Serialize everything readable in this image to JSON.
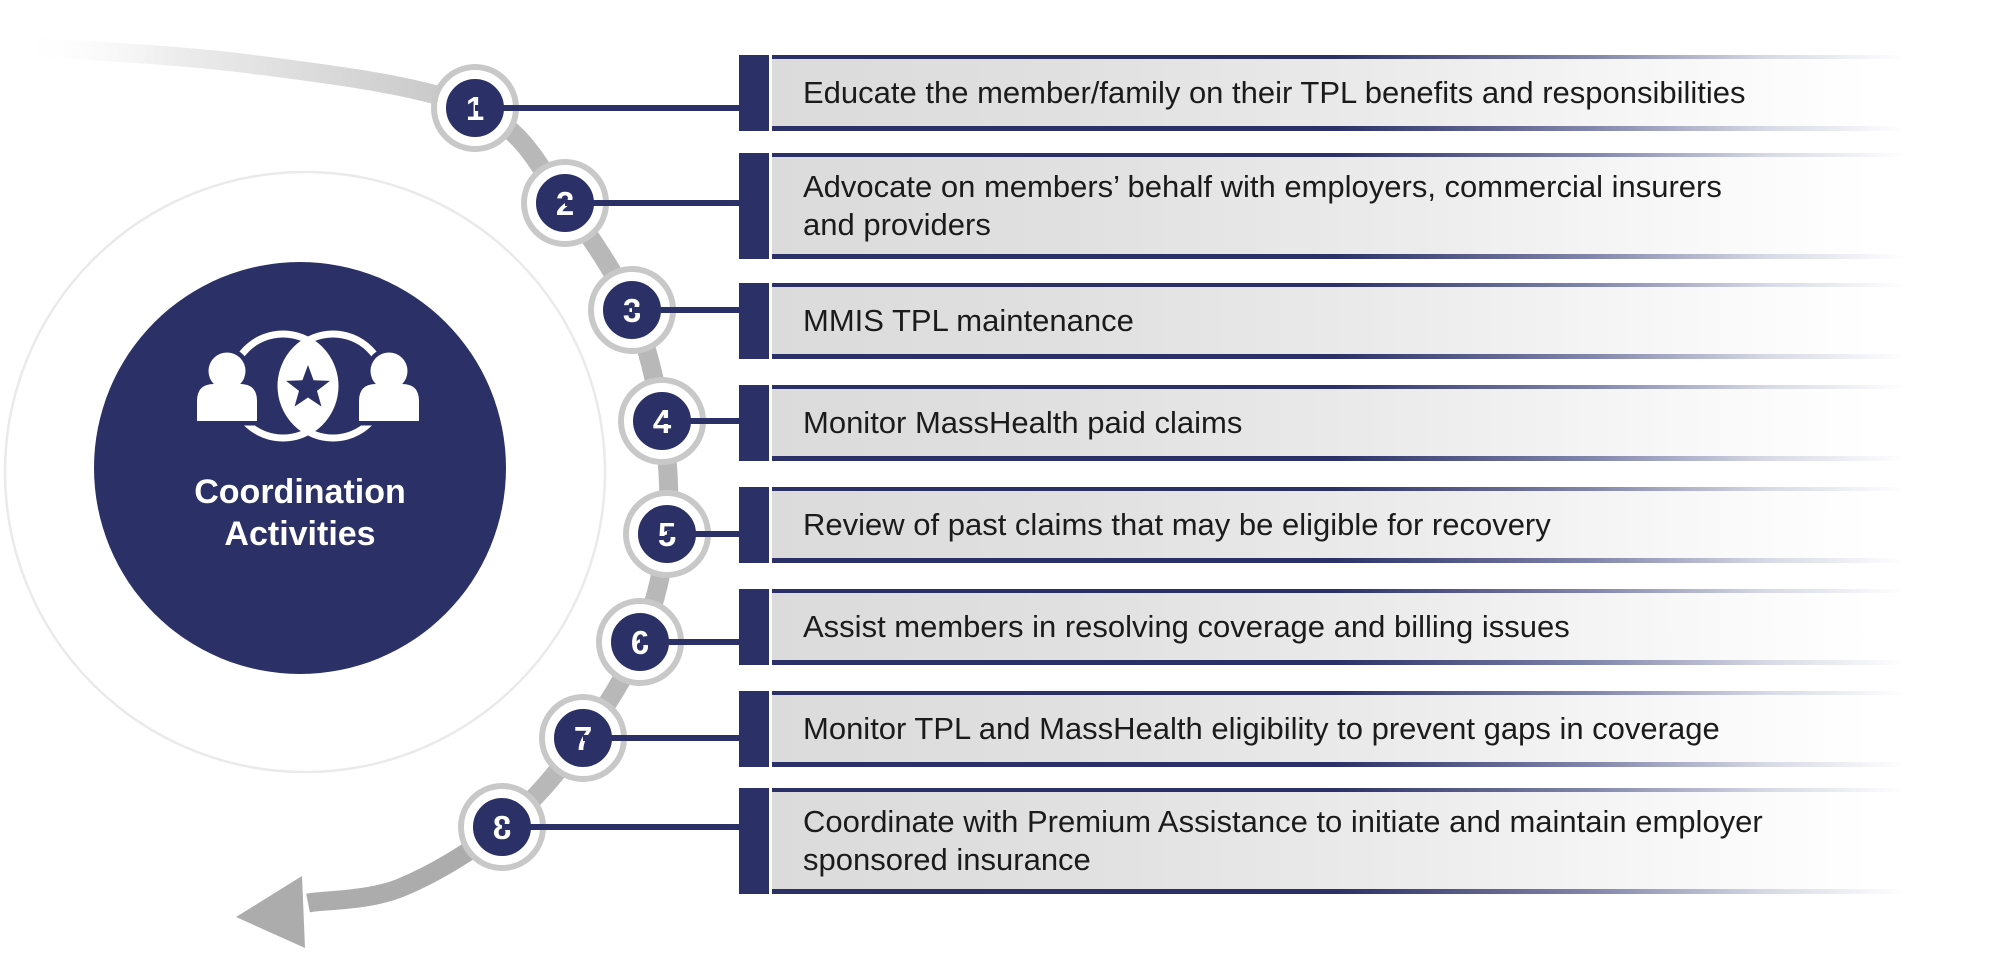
{
  "hub": {
    "title_line1": "Coordination",
    "title_line2": "Activities",
    "icon": "people-collaboration-icon"
  },
  "flow": {
    "icon": "curved-arrow-icon",
    "direction": "top-left start, arrow exits bottom-left"
  },
  "steps": [
    {
      "number": "1",
      "label": "Educate the member/family on their TPL benefits and responsibilities"
    },
    {
      "number": "2",
      "label": "Advocate on members’ behalf with employers, commercial insurers\nand providers"
    },
    {
      "number": "3",
      "label": "MMIS TPL maintenance"
    },
    {
      "number": "4",
      "label": "Monitor MassHealth paid claims"
    },
    {
      "number": "5",
      "label": "Review of past claims that may be eligible for recovery"
    },
    {
      "number": "6",
      "label": "Assist members in resolving coverage and billing issues"
    },
    {
      "number": "7",
      "label": "Monitor TPL and MassHealth eligibility to prevent gaps in coverage"
    },
    {
      "number": "8",
      "label": "Coordinate with Premium Assistance to initiate and maintain employer\nsponsored insurance"
    }
  ],
  "colors": {
    "navy": "#2B3166",
    "band_gray": "#B8B8B8",
    "band_tail_gray": "#ACACAC",
    "marker_ring_gray": "#C8C8C8",
    "halo_ring_gray": "#EAEAEA",
    "bar_fill_left": "#DBDBDB",
    "bar_text": "#1B1B1B"
  }
}
